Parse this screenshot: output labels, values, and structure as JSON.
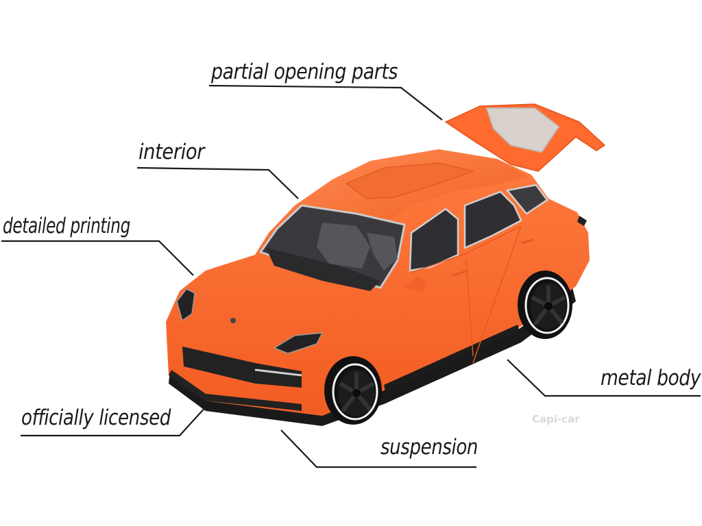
{
  "diagram": {
    "subject": "orange Porsche Cayenne toy car",
    "callouts": [
      {
        "id": "partial-opening-parts",
        "text": "partial opening parts"
      },
      {
        "id": "interior",
        "text": "interior"
      },
      {
        "id": "detailed-printing",
        "text": "detailed printing"
      },
      {
        "id": "metal-body",
        "text": "metal body"
      },
      {
        "id": "officially-licensed",
        "text": "officially licensed"
      },
      {
        "id": "suspension",
        "text": "suspension"
      }
    ],
    "watermark": "Capi-car"
  },
  "colors": {
    "car_body": "#ff6a2e",
    "car_shadow": "#e2531c",
    "tire": "#111111",
    "rim": "#1c1c1c",
    "line": "#1a1a1a"
  }
}
